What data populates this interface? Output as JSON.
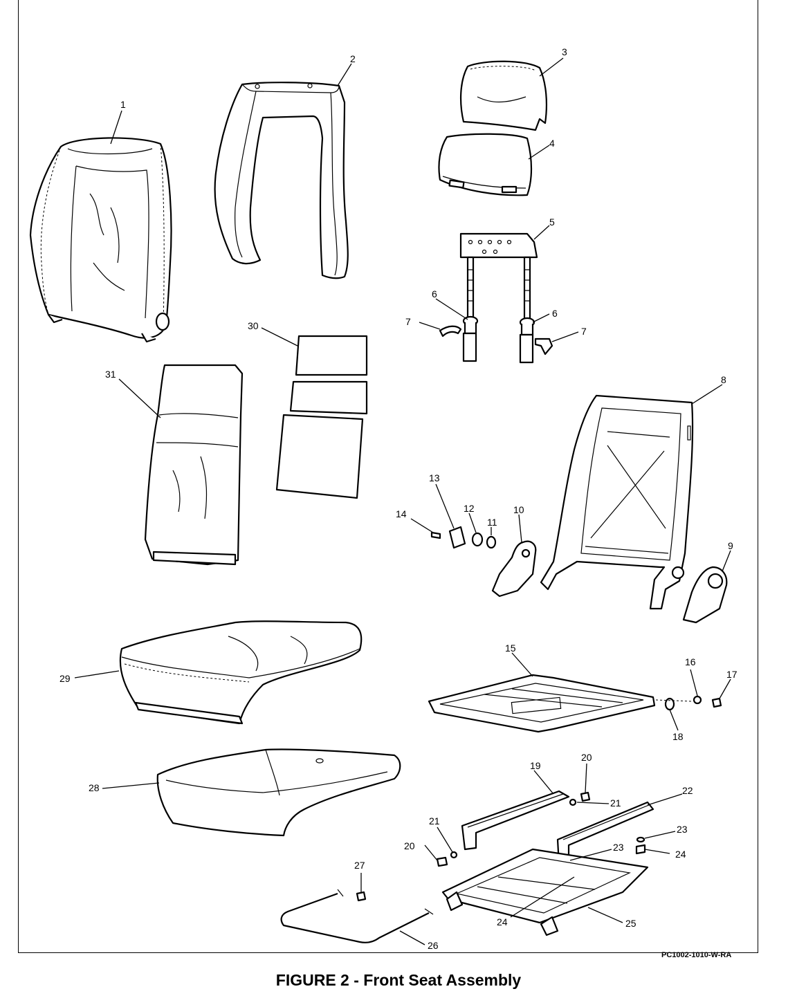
{
  "figure": {
    "caption": "FIGURE 2 - Front Seat Assembly",
    "drawing_code": "PC1002-1010-W-RA",
    "callouts": [
      {
        "id": "c1",
        "label": "1"
      },
      {
        "id": "c2",
        "label": "2"
      },
      {
        "id": "c3",
        "label": "3"
      },
      {
        "id": "c4",
        "label": "4"
      },
      {
        "id": "c5",
        "label": "5"
      },
      {
        "id": "c6a",
        "label": "6"
      },
      {
        "id": "c6b",
        "label": "6"
      },
      {
        "id": "c7a",
        "label": "7"
      },
      {
        "id": "c7b",
        "label": "7"
      },
      {
        "id": "c8",
        "label": "8"
      },
      {
        "id": "c9",
        "label": "9"
      },
      {
        "id": "c10",
        "label": "10"
      },
      {
        "id": "c11",
        "label": "11"
      },
      {
        "id": "c12",
        "label": "12"
      },
      {
        "id": "c13",
        "label": "13"
      },
      {
        "id": "c14",
        "label": "14"
      },
      {
        "id": "c15",
        "label": "15"
      },
      {
        "id": "c16",
        "label": "16"
      },
      {
        "id": "c17",
        "label": "17"
      },
      {
        "id": "c18",
        "label": "18"
      },
      {
        "id": "c19",
        "label": "19"
      },
      {
        "id": "c20a",
        "label": "20"
      },
      {
        "id": "c20b",
        "label": "20"
      },
      {
        "id": "c21a",
        "label": "21"
      },
      {
        "id": "c21b",
        "label": "21"
      },
      {
        "id": "c22",
        "label": "22"
      },
      {
        "id": "c23a",
        "label": "23"
      },
      {
        "id": "c23b",
        "label": "23"
      },
      {
        "id": "c24a",
        "label": "24"
      },
      {
        "id": "c24b",
        "label": "24"
      },
      {
        "id": "c25",
        "label": "25"
      },
      {
        "id": "c26",
        "label": "26"
      },
      {
        "id": "c27",
        "label": "27"
      },
      {
        "id": "c28",
        "label": "28"
      },
      {
        "id": "c29",
        "label": "29"
      },
      {
        "id": "c30",
        "label": "30"
      },
      {
        "id": "c31",
        "label": "31"
      }
    ]
  }
}
